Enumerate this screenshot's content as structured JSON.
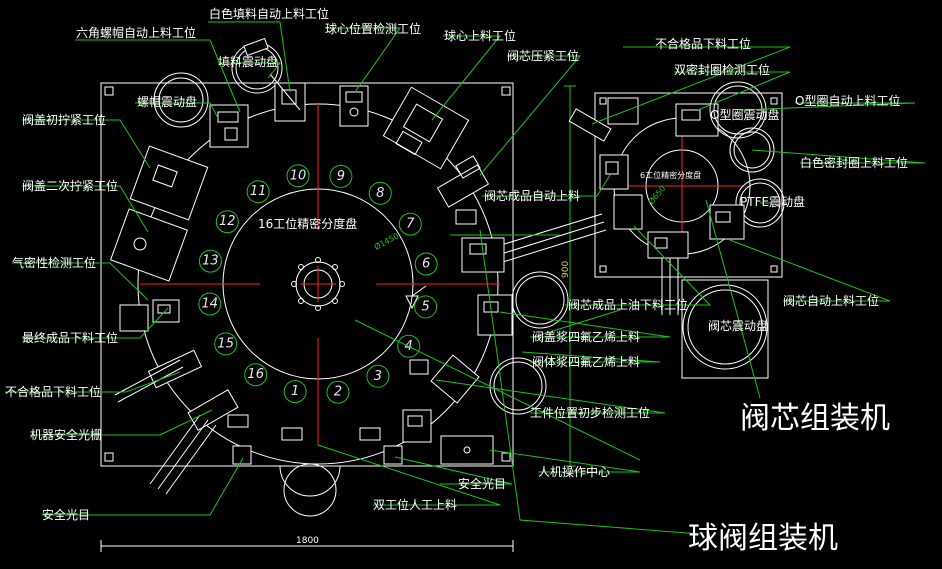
{
  "titles": {
    "valve_core_machine": "阀芯组装机",
    "ball_valve_machine": "球阀组装机"
  },
  "main_table": {
    "center_label": "16工位精密分度盘",
    "diameter": "Ø1450",
    "stations": [
      "1",
      "2",
      "3",
      "4",
      "5",
      "6",
      "7",
      "8",
      "9",
      "10",
      "11",
      "12",
      "13",
      "14",
      "15",
      "16"
    ]
  },
  "small_table": {
    "center_label": "6工位精密分度盘",
    "diameter": "Ø650"
  },
  "dimensions": {
    "width": "1800",
    "height": "900"
  },
  "callouts": {
    "white_filler_feed": "白色填料自动上料工位",
    "hex_nut_feed": "六角螺帽自动上料工位",
    "filler_vibratory": "填料震动盘",
    "nut_vibratory": "螺帽震动盘",
    "ball_position_check": "球心位置检测工位",
    "ball_feed": "球心上料工位",
    "core_press": "阀芯压紧工位",
    "cap_first_tighten": "阀盖初拧紧工位",
    "cap_second_tighten": "阀盖二次拧紧工位",
    "air_tightness": "气密性检测工位",
    "final_unload": "最终成品下料工位",
    "reject_unload_main": "不合格品下料工位",
    "safety_curtain": "机器安全光栅",
    "safety_eye_left": "安全光目",
    "safety_eye_right": "安全光目",
    "dual_manual_load": "双工位人工上料",
    "hmi": "人机操作中心",
    "position_check": "工件位置初步检测工位",
    "body_ptfe_feed": "阀体浆四氟乙烯上料",
    "cap_ptfe_feed": "阀盖浆四氟乙烯上料",
    "core_oil_unload": "阀芯成品上油下料工位",
    "core_auto_feed_main": "阀芯成品自动上料",
    "reject_unload_small": "不合格品下料工位",
    "double_seal_check": "双密封圈检测工位",
    "o_ring_feed": "O型圈自动上料工位",
    "o_ring_vibratory": "O型圈震动盘",
    "white_seal_feed": "白色密封圈上料工位",
    "ptfe_vibratory": "PTFE震动盘",
    "core_auto_feed_small": "阀芯自动上料工位",
    "core_vibratory": "阀芯震动盘"
  },
  "colors": {
    "background": "#000000",
    "outline": "#ffffff",
    "leader": "#19c419",
    "centerline": "#ff2020"
  }
}
